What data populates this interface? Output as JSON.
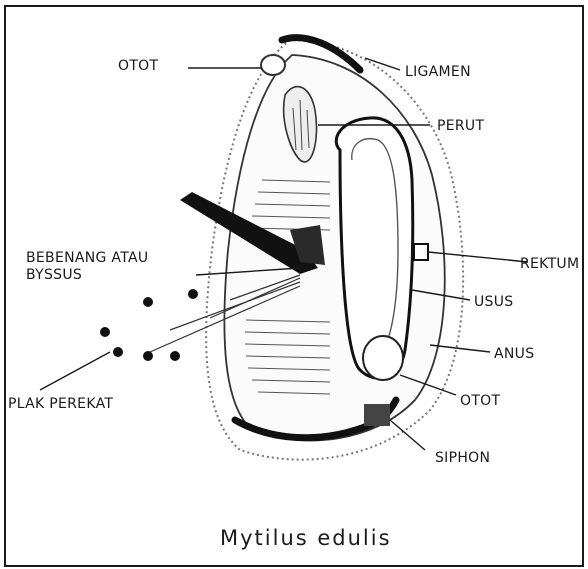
{
  "caption": "Mytilus edulis",
  "labels": {
    "otot_top": "OTOT",
    "ligamen": "LIGAMEN",
    "perut": "PERUT",
    "bebenang_line1": "BEBENANG ATAU",
    "bebenang_line2": "BYSSUS",
    "rektum": "REKTUM",
    "usus": "USUS",
    "anus": "ANUS",
    "plak": "PLAK PEREKAT",
    "otot_bottom": "OTOT",
    "siphon": "SIPHON"
  }
}
